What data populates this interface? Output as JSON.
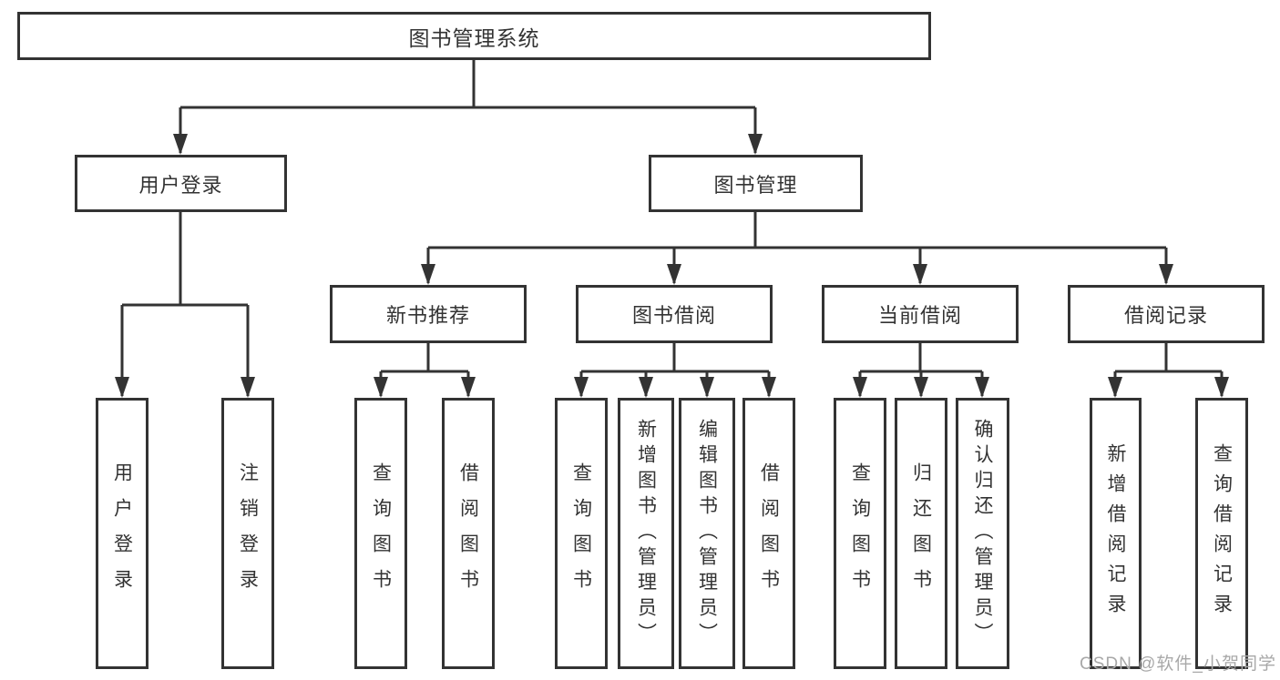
{
  "colors": {
    "line": "#333333",
    "text": "#333333",
    "box_background": "#ffffff",
    "page_background": "#ffffff",
    "watermark": "#a8a8a8"
  },
  "diagram": {
    "root": {
      "label": "图书管理系统"
    },
    "level2": [
      {
        "label": "用户登录",
        "children": [
          {
            "label": "用户登录"
          },
          {
            "label": "注销登录"
          }
        ]
      },
      {
        "label": "图书管理"
      }
    ],
    "level3": [
      {
        "label": "新书推荐",
        "children": [
          {
            "label": "查询图书"
          },
          {
            "label": "借阅图书"
          }
        ]
      },
      {
        "label": "图书借阅",
        "children": [
          {
            "label": "查询图书"
          },
          {
            "label": "新增图书（管理员）"
          },
          {
            "label": "编辑图书（管理员）"
          },
          {
            "label": "借阅图书"
          }
        ]
      },
      {
        "label": "当前借阅",
        "children": [
          {
            "label": "查询图书"
          },
          {
            "label": "归还图书"
          },
          {
            "label": "确认归还（管理员）"
          }
        ]
      },
      {
        "label": "借阅记录",
        "children": [
          {
            "label": "新增借阅记录"
          },
          {
            "label": "查询借阅记录"
          }
        ]
      }
    ]
  },
  "watermark": {
    "text": "CSDN @软件_小贺同学"
  }
}
